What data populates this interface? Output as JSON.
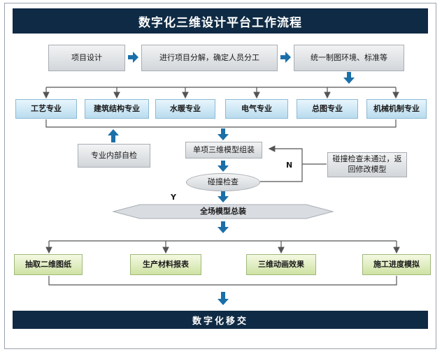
{
  "title": "数字化三维设计平台工作流程",
  "top_row": [
    "项目设计",
    "进行项目分解，确定人员分工",
    "统一制图环境、标准等"
  ],
  "disciplines": [
    "工艺专业",
    "建筑结构专业",
    "水暖专业",
    "电气专业",
    "总图专业",
    "机械机制专业"
  ],
  "self_check": "专业内部自检",
  "single_model": "单项三维模型组装",
  "collision_check": "碰撞检查",
  "collision_fail": "碰撞检查未通过，返回修改模型",
  "label_n": "N",
  "label_y": "Y",
  "full_model": "全场模型总装",
  "outputs": [
    "抽取二维图纸",
    "生产材料报表",
    "三维动画效果",
    "施工进度模拟"
  ],
  "footer": "数字化移交",
  "colors": {
    "dark_bar": "#0f2a44",
    "arrow": "#1b6fa8",
    "line": "#555555"
  }
}
